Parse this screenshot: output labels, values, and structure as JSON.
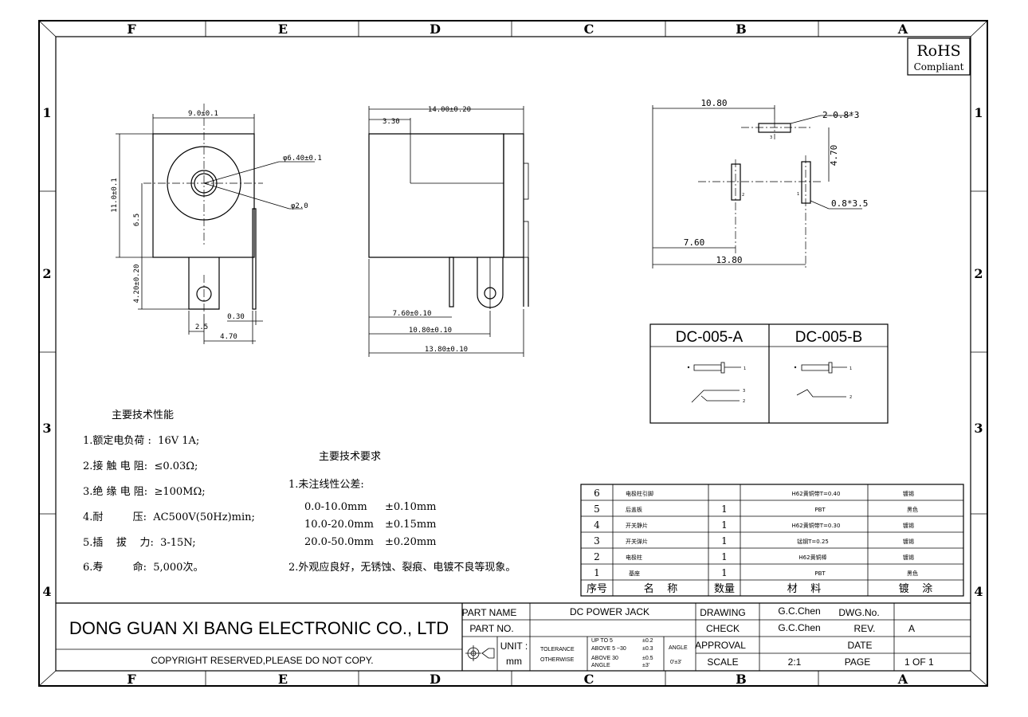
{
  "frame": {
    "columns": [
      "F",
      "E",
      "D",
      "C",
      "B",
      "A"
    ],
    "rows": [
      "1",
      "2",
      "3",
      "4"
    ]
  },
  "rohs": {
    "line1": "RoHS",
    "line2": "Compliant"
  },
  "front_view": {
    "width": "9.0±0.1",
    "height": "11.0±0.1",
    "hole_dia": "φ6.40±0.1",
    "pin_dia": "φ2.0",
    "center_h": "6.5",
    "pin_len": "4.20±0.20",
    "pin_pos": "2.5",
    "pin_thk": "0.30",
    "pin_width": "4.70"
  },
  "side_view": {
    "length": "14.00±0.20",
    "front": "3.30",
    "pin_a": "7.60±0.10",
    "pin_b": "10.80±0.10",
    "pin_c": "13.80±0.10"
  },
  "pcb_layout": {
    "top": "10.80",
    "slot_top": "2-0.8*3",
    "vert": "4.70",
    "slot_side": "0.8*3.5",
    "left": "7.60",
    "bottom": "13.80",
    "pin1": "1",
    "pin2": "2",
    "pin3": "3"
  },
  "variants": {
    "a_title": "DC-005-A",
    "b_title": "DC-005-B",
    "n1": "1",
    "n2": "2",
    "n3": "3"
  },
  "perf": {
    "title": "主要技术性能",
    "items": [
      "1.额定电负荷 :  16V 1A;",
      "2.接 触 电 阻:  ≤0.03Ω;",
      "3.绝 缘 电 阻:  ≥100MΩ;",
      "4.耐         压:  AC500V(50Hz)min;",
      "5.插    拔    力:  3-15N;",
      "6.寿         命:  5,000次。"
    ]
  },
  "req": {
    "title": "主要技术要求",
    "sub1": "1.未注线性公差:",
    "tolerances": [
      {
        "range": "0.0-10.0mm",
        "tol": "±0.10mm"
      },
      {
        "range": "10.0-20.0mm",
        "tol": "±0.15mm"
      },
      {
        "range": "20.0-50.0mm",
        "tol": "±0.20mm"
      }
    ],
    "sub2": "2.外观应良好，无锈蚀、裂痕、电镀不良等现象。"
  },
  "bom": {
    "rows": [
      {
        "no": "6",
        "name": "电极柱引脚",
        "qty": "",
        "material": "H62黄铜带T=0.40",
        "finish": "镀锡"
      },
      {
        "no": "5",
        "name": "后盖板",
        "qty": "1",
        "material": "PBT",
        "finish": "黑色"
      },
      {
        "no": "4",
        "name": "开关静片",
        "qty": "1",
        "material": "H62黄铜带T=0.30",
        "finish": "镀锡"
      },
      {
        "no": "3",
        "name": "开关弹片",
        "qty": "1",
        "material": "锰钢T=0.25",
        "finish": "镀锡"
      },
      {
        "no": "2",
        "name": "电极柱",
        "qty": "1",
        "material": "H62黄铜棒",
        "finish": "镀锡"
      },
      {
        "no": "1",
        "name": "基座",
        "qty": "1",
        "material": "PBT",
        "finish": "黑色"
      }
    ],
    "header": {
      "no": "序号",
      "name": "名    称",
      "qty": "数量",
      "material": "材    料",
      "finish": "镀    涂"
    }
  },
  "title_block": {
    "company": "DONG GUAN XI BANG ELECTRONIC CO., LTD",
    "copyright": "COPYRIGHT RESERVED,PLEASE DO NOT COPY.",
    "part_name_label": "PART NAME",
    "part_name": "DC POWER JACK",
    "part_no_label": "PART NO.",
    "part_no": "",
    "unit_label": "UNIT :",
    "unit": "mm",
    "tolerance_label": "TOLERANCE",
    "otherwise": "OTHERWISE",
    "tol1": "UP TO 5",
    "tol1v": "±0.2",
    "tol2": "ABOVE 5 ~30",
    "tol2v": "±0.3",
    "tol3": "ABOVE 30",
    "tol3v": "±0.5",
    "tol4": "ANGLE",
    "tol4v": "±3'",
    "angle_label": "ANGLE",
    "angle_v": "0'±3'",
    "drawing_label": "DRAWING",
    "drawing": "G.C.Chen",
    "check_label": "CHECK",
    "check": "G.C.Chen",
    "approval_label": "APPROVAL",
    "scale_label": "SCALE",
    "scale": "2:1",
    "dwg_label": "DWG.No.",
    "rev_label": "REV.",
    "rev": "A",
    "date_label": "DATE",
    "page_label": "PAGE",
    "page": "1 OF 1"
  }
}
